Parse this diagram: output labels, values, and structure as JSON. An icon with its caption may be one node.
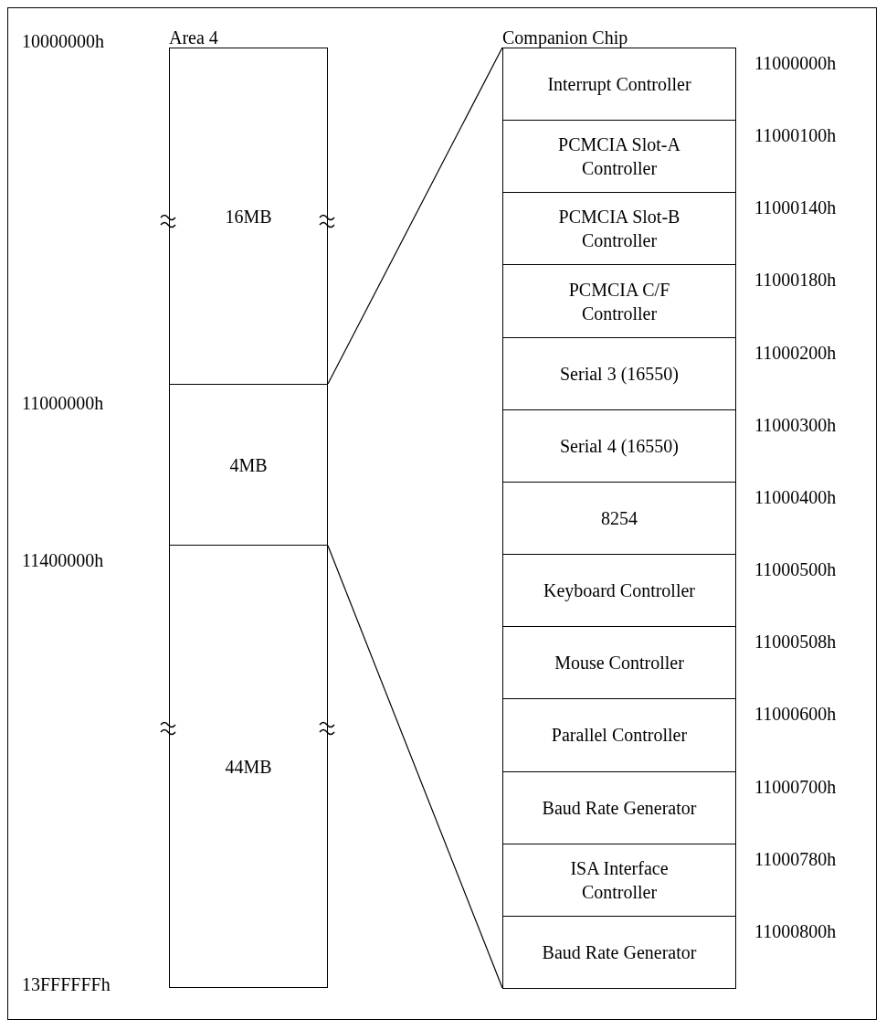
{
  "diagram": {
    "nodes": [
      {
        "text": [
          "Area 4"
        ]
      },
      {
        "text": [
          "16MB"
        ],
        "in": 0
      },
      {
        "text": [
          "4MB"
        ],
        "in": 0
      },
      {
        "text": [
          "44MB"
        ],
        "in": 0
      },
      {
        "text": [
          "Companion Chip"
        ]
      },
      {
        "text": [
          "Interrupt Controller"
        ],
        "in": 4,
        "beside": [
          "11000000h"
        ]
      },
      {
        "text": [
          "PCMCIA Slot-A Controller"
        ],
        "in": 4,
        "beside": [
          "11000100h"
        ]
      },
      {
        "text": [
          "PCMCIA Slot-B Controller"
        ],
        "in": 4,
        "beside": [
          "11000140h"
        ]
      },
      {
        "text": [
          "PCMCIA C/F Controller"
        ],
        "in": 4,
        "beside": [
          "11000180h"
        ]
      },
      {
        "text": [
          "Serial 3 (16550)"
        ],
        "in": 4,
        "beside": [
          "11000200h"
        ]
      },
      {
        "text": [
          "Serial 4 (16550)"
        ],
        "in": 4,
        "beside": [
          "11000300h"
        ]
      },
      {
        "text": [
          "8254"
        ],
        "in": 4,
        "beside": [
          "11000400h"
        ]
      },
      {
        "text": [
          "Keyboard Controller"
        ],
        "in": 4,
        "beside": [
          "11000500h"
        ]
      },
      {
        "text": [
          "Mouse Controller"
        ],
        "in": 4,
        "beside": [
          "11000508h"
        ]
      },
      {
        "text": [
          "Parallel Controller"
        ],
        "in": 4,
        "beside": [
          "11000600h"
        ]
      },
      {
        "text": [
          "Baud Rate Generator"
        ],
        "in": 4,
        "beside": [
          "11000700h"
        ]
      },
      {
        "text": [
          "ISA Interface Controller"
        ],
        "in": 4,
        "beside": [
          "11000780h"
        ]
      },
      {
        "text": [
          "Baud Rate Generator"
        ],
        "in": 4,
        "beside": [
          "11000800h"
        ]
      }
    ],
    "edges": [
      {
        "from": 2,
        "to": 4,
        "arrow": "none"
      },
      {
        "from": 2,
        "to": 4,
        "arrow": "none"
      }
    ],
    "labels": [
      "10000000h",
      "11000000h",
      "11400000h",
      "13FFFFFFh"
    ]
  }
}
